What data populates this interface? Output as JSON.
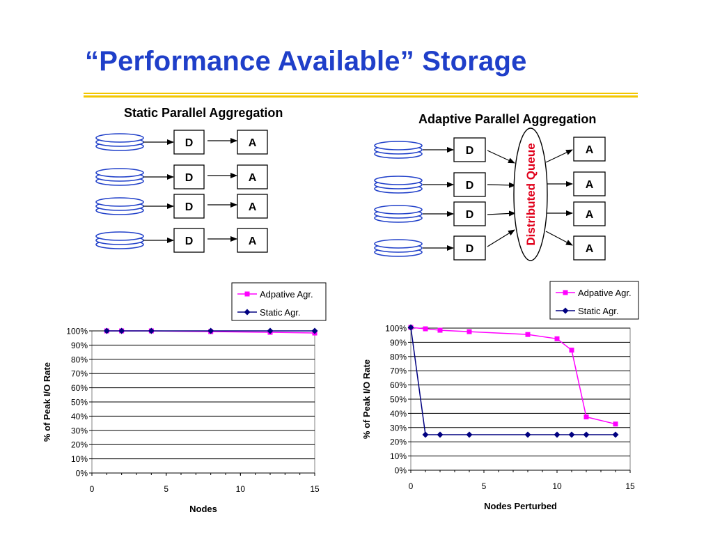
{
  "slide": {
    "title": "“Performance Available” Storage",
    "accent_color": "#1f3fc9",
    "rule_color": "#f2c600"
  },
  "static_diagram": {
    "title": "Static Parallel Aggregation",
    "rows": [
      {
        "d": "D",
        "a": "A"
      },
      {
        "d": "D",
        "a": "A"
      },
      {
        "d": "D",
        "a": "A"
      },
      {
        "d": "D",
        "a": "A"
      }
    ]
  },
  "adaptive_diagram": {
    "title": "Adaptive Parallel Aggregation",
    "queue_label": "Distributed Queue",
    "queue_color": "#e0001b",
    "d_boxes": [
      "D",
      "D",
      "D",
      "D"
    ],
    "a_boxes": [
      "A",
      "A",
      "A",
      "A"
    ]
  },
  "chart_data": [
    {
      "type": "line",
      "xlabel": "Nodes",
      "ylabel": "% of Peak I/O Rate",
      "xlim": [
        0,
        15
      ],
      "ylim": [
        0,
        100
      ],
      "x_ticks": [
        0,
        5,
        10,
        15
      ],
      "y_ticks": [
        "0%",
        "10%",
        "20%",
        "30%",
        "40%",
        "50%",
        "60%",
        "70%",
        "80%",
        "90%",
        "100%"
      ],
      "grid": "horizontal",
      "legend_position": "top-right",
      "series": [
        {
          "name": "Adpative Agr.",
          "color": "#ff00ff",
          "marker": "square",
          "x": [
            1,
            2,
            4,
            8,
            12,
            15
          ],
          "y": [
            100,
            100,
            100,
            99.5,
            99,
            98.5
          ]
        },
        {
          "name": "Static Agr.",
          "color": "#000080",
          "marker": "diamond",
          "x": [
            1,
            2,
            4,
            8,
            12,
            15
          ],
          "y": [
            100,
            100,
            100,
            100,
            100,
            100
          ]
        }
      ]
    },
    {
      "type": "line",
      "xlabel": "Nodes Perturbed",
      "ylabel": "% of Peak I/O Rate",
      "xlim": [
        0,
        15
      ],
      "ylim": [
        0,
        100
      ],
      "x_ticks": [
        0,
        5,
        10,
        15
      ],
      "y_ticks": [
        "0%",
        "10%",
        "20%",
        "30%",
        "40%",
        "50%",
        "60%",
        "70%",
        "80%",
        "90%",
        "100%"
      ],
      "grid": "horizontal",
      "legend_position": "top-right",
      "series": [
        {
          "name": "Adpative Agr.",
          "color": "#ff00ff",
          "marker": "square",
          "x": [
            0,
            1,
            2,
            4,
            8,
            10,
            11,
            12,
            14
          ],
          "y": [
            100.5,
            99.5,
            98.5,
            97.5,
            95.5,
            92.5,
            84.5,
            37.5,
            32.5
          ]
        },
        {
          "name": "Static Agr.",
          "color": "#000080",
          "marker": "diamond",
          "x": [
            0,
            1,
            2,
            4,
            8,
            10,
            11,
            12,
            14
          ],
          "y": [
            100.5,
            25,
            25,
            25,
            25,
            25,
            25,
            25,
            25
          ]
        }
      ]
    }
  ]
}
